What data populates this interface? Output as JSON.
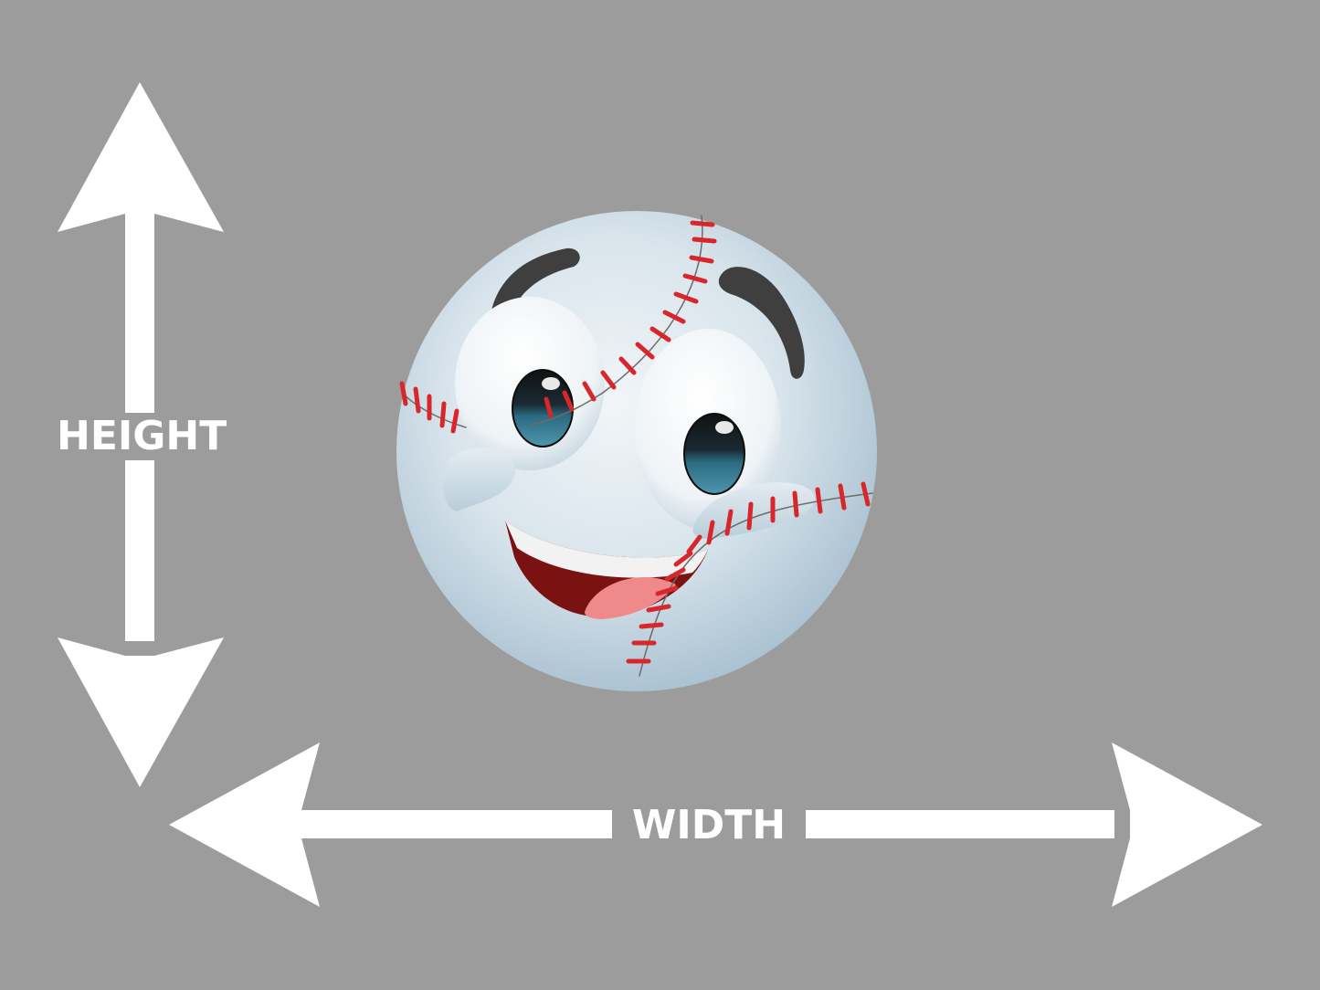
{
  "labels": {
    "height": "HEIGHT",
    "width": "WIDTH"
  },
  "colors": {
    "background": "#9c9c9c",
    "arrow": "#ffffff",
    "ball_body": "#c9d9e3",
    "ball_highlight": "#eef3f6",
    "stitch_red": "#d8262b",
    "eyebrow": "#3d3d3d",
    "iris": "#2f6f86",
    "mouth": "#7a1212",
    "tongue": "#f08a8a"
  },
  "icons": {
    "vertical_arrow": "double-headed-vertical-arrow",
    "horizontal_arrow": "double-headed-horizontal-arrow",
    "mascot": "smiling-baseball-emoji"
  }
}
